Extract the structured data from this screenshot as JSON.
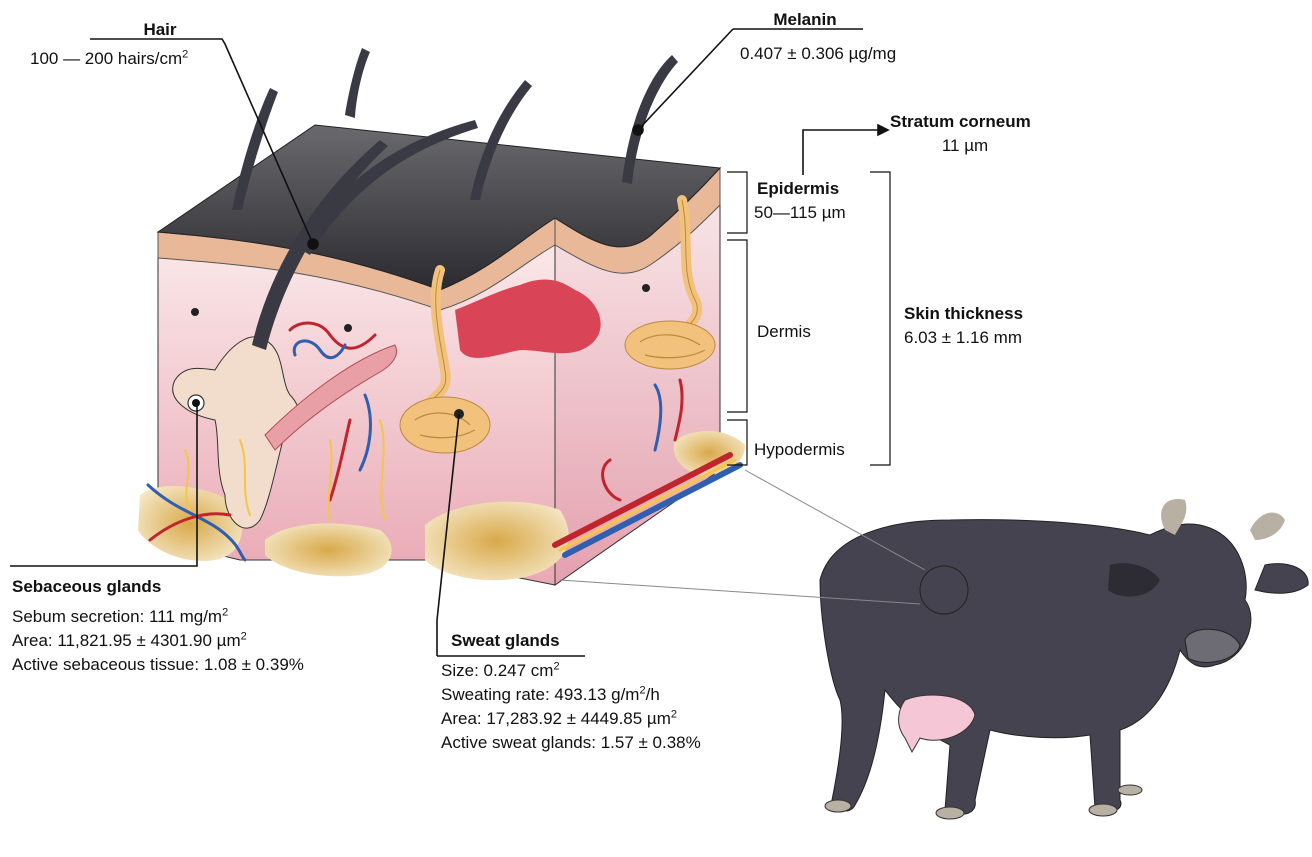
{
  "hair": {
    "title": "Hair",
    "value": "100 — 200 hairs/cm",
    "value_sup": "2"
  },
  "melanin": {
    "title": "Melanin",
    "value": "0.407 ± 0.306 µg/mg"
  },
  "stratum_corneum": {
    "title": "Stratum corneum",
    "value": "11 µm"
  },
  "epidermis": {
    "title": "Epidermis",
    "value": "50—115 µm"
  },
  "dermis": {
    "label": "Dermis"
  },
  "hypodermis": {
    "label": "Hypodermis"
  },
  "skin_thickness": {
    "title": "Skin thickness",
    "value": "6.03 ± 1.16 mm"
  },
  "sebaceous": {
    "title": "Sebaceous glands",
    "l1": "Sebum secretion: 111 mg/m",
    "l1_sup": "2",
    "l2": "Area: 11,821.95  ± 4301.90 µm",
    "l2_sup": "2",
    "l3": "Active sebaceous tissue: 1.08 ± 0.39%"
  },
  "sweat": {
    "title": "Sweat glands",
    "l1": "Size: 0.247 cm",
    "l1_sup": "2",
    "l2a": "Sweating rate: 493.13 g/m",
    "l2_sup": "2",
    "l2b": "/h",
    "l3": "Area: 17,283.92 ± 4449.85 µm",
    "l3_sup": "2",
    "l4": "Active sweat glands: 1.57 ± 0.38%"
  },
  "colors": {
    "hair": "#3a3a44",
    "dermis": "#f3c6cc",
    "epidermis": "#e8b898",
    "sweat_gland": "#f2c27c",
    "sebaceous_gland": "#f2dccb",
    "artery": "#c0242c",
    "vein": "#2f5fae",
    "nerve": "#f3c64a",
    "fat": "#e3c07a",
    "vascular_blob": "#d94557",
    "cow": "#45434f",
    "udder": "#f4c6d6"
  },
  "icons": [
    "hair-icon",
    "sweat-gland-icon",
    "sebaceous-gland-icon",
    "blood-vessel-icon",
    "arrector-pili-muscle-icon",
    "cow-icon"
  ]
}
